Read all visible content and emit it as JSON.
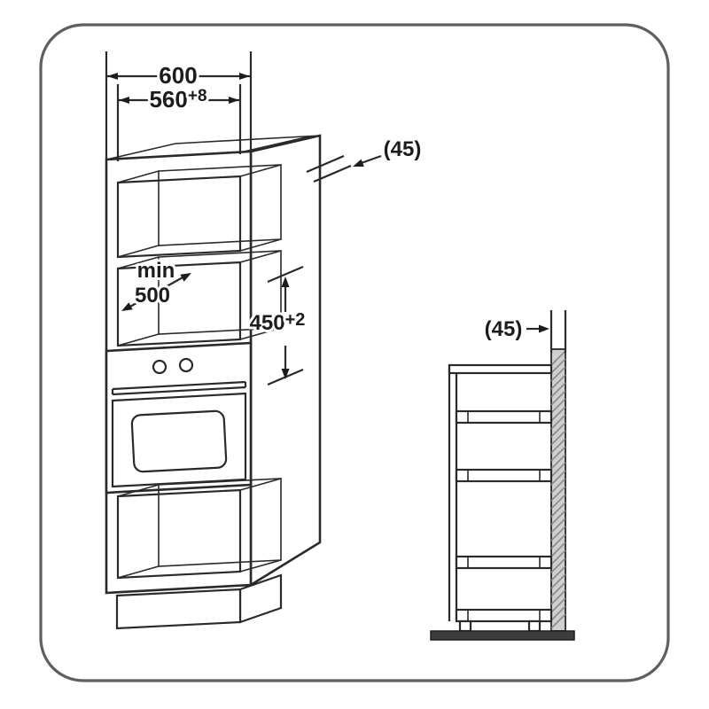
{
  "diagram": {
    "front_view": {
      "dim_top_width": "600",
      "dim_inner_width": "560",
      "dim_inner_width_tol": "+8",
      "dim_panel_thickness": "(45)",
      "dim_depth_word": "min",
      "dim_depth_value": "500",
      "dim_niche_height": "450",
      "dim_niche_height_tol": "+2"
    },
    "side_view": {
      "dim_panel_thickness": "(45)"
    }
  }
}
